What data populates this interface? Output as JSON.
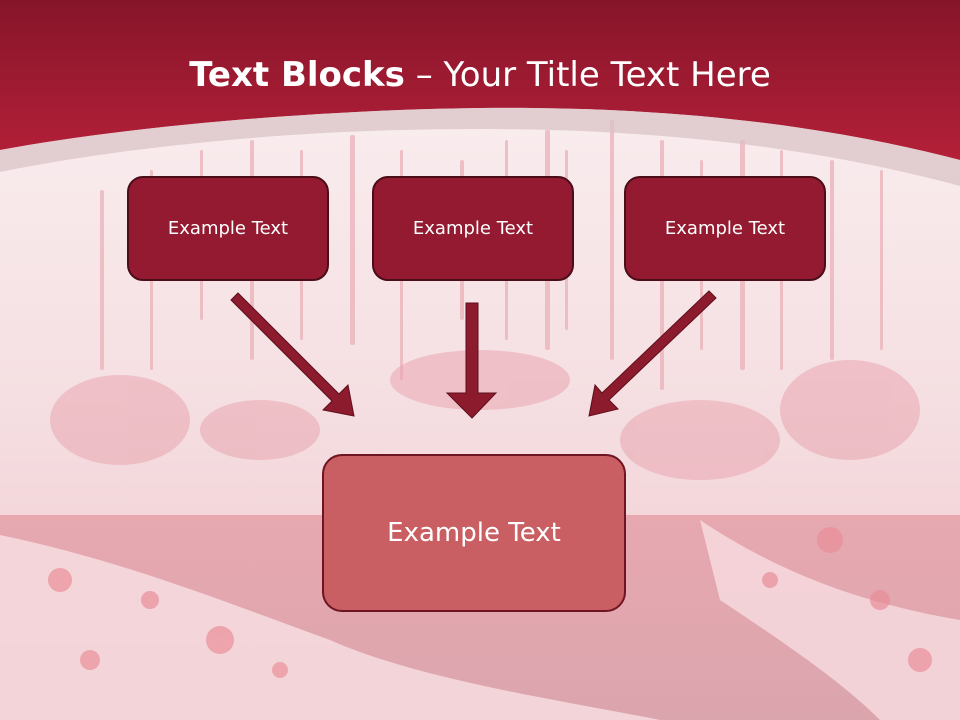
{
  "title": {
    "bold": "Text Blocks",
    "separator": " – ",
    "regular": "Your Title Text Here"
  },
  "blocks": {
    "top": [
      "Example Text",
      "Example Text",
      "Example Text"
    ],
    "bottom": "Example Text"
  },
  "colors": {
    "header": "#a11c33",
    "box_dark": "#931a30",
    "box_light": "#c95f62",
    "arrow": "#8c1b2e"
  }
}
